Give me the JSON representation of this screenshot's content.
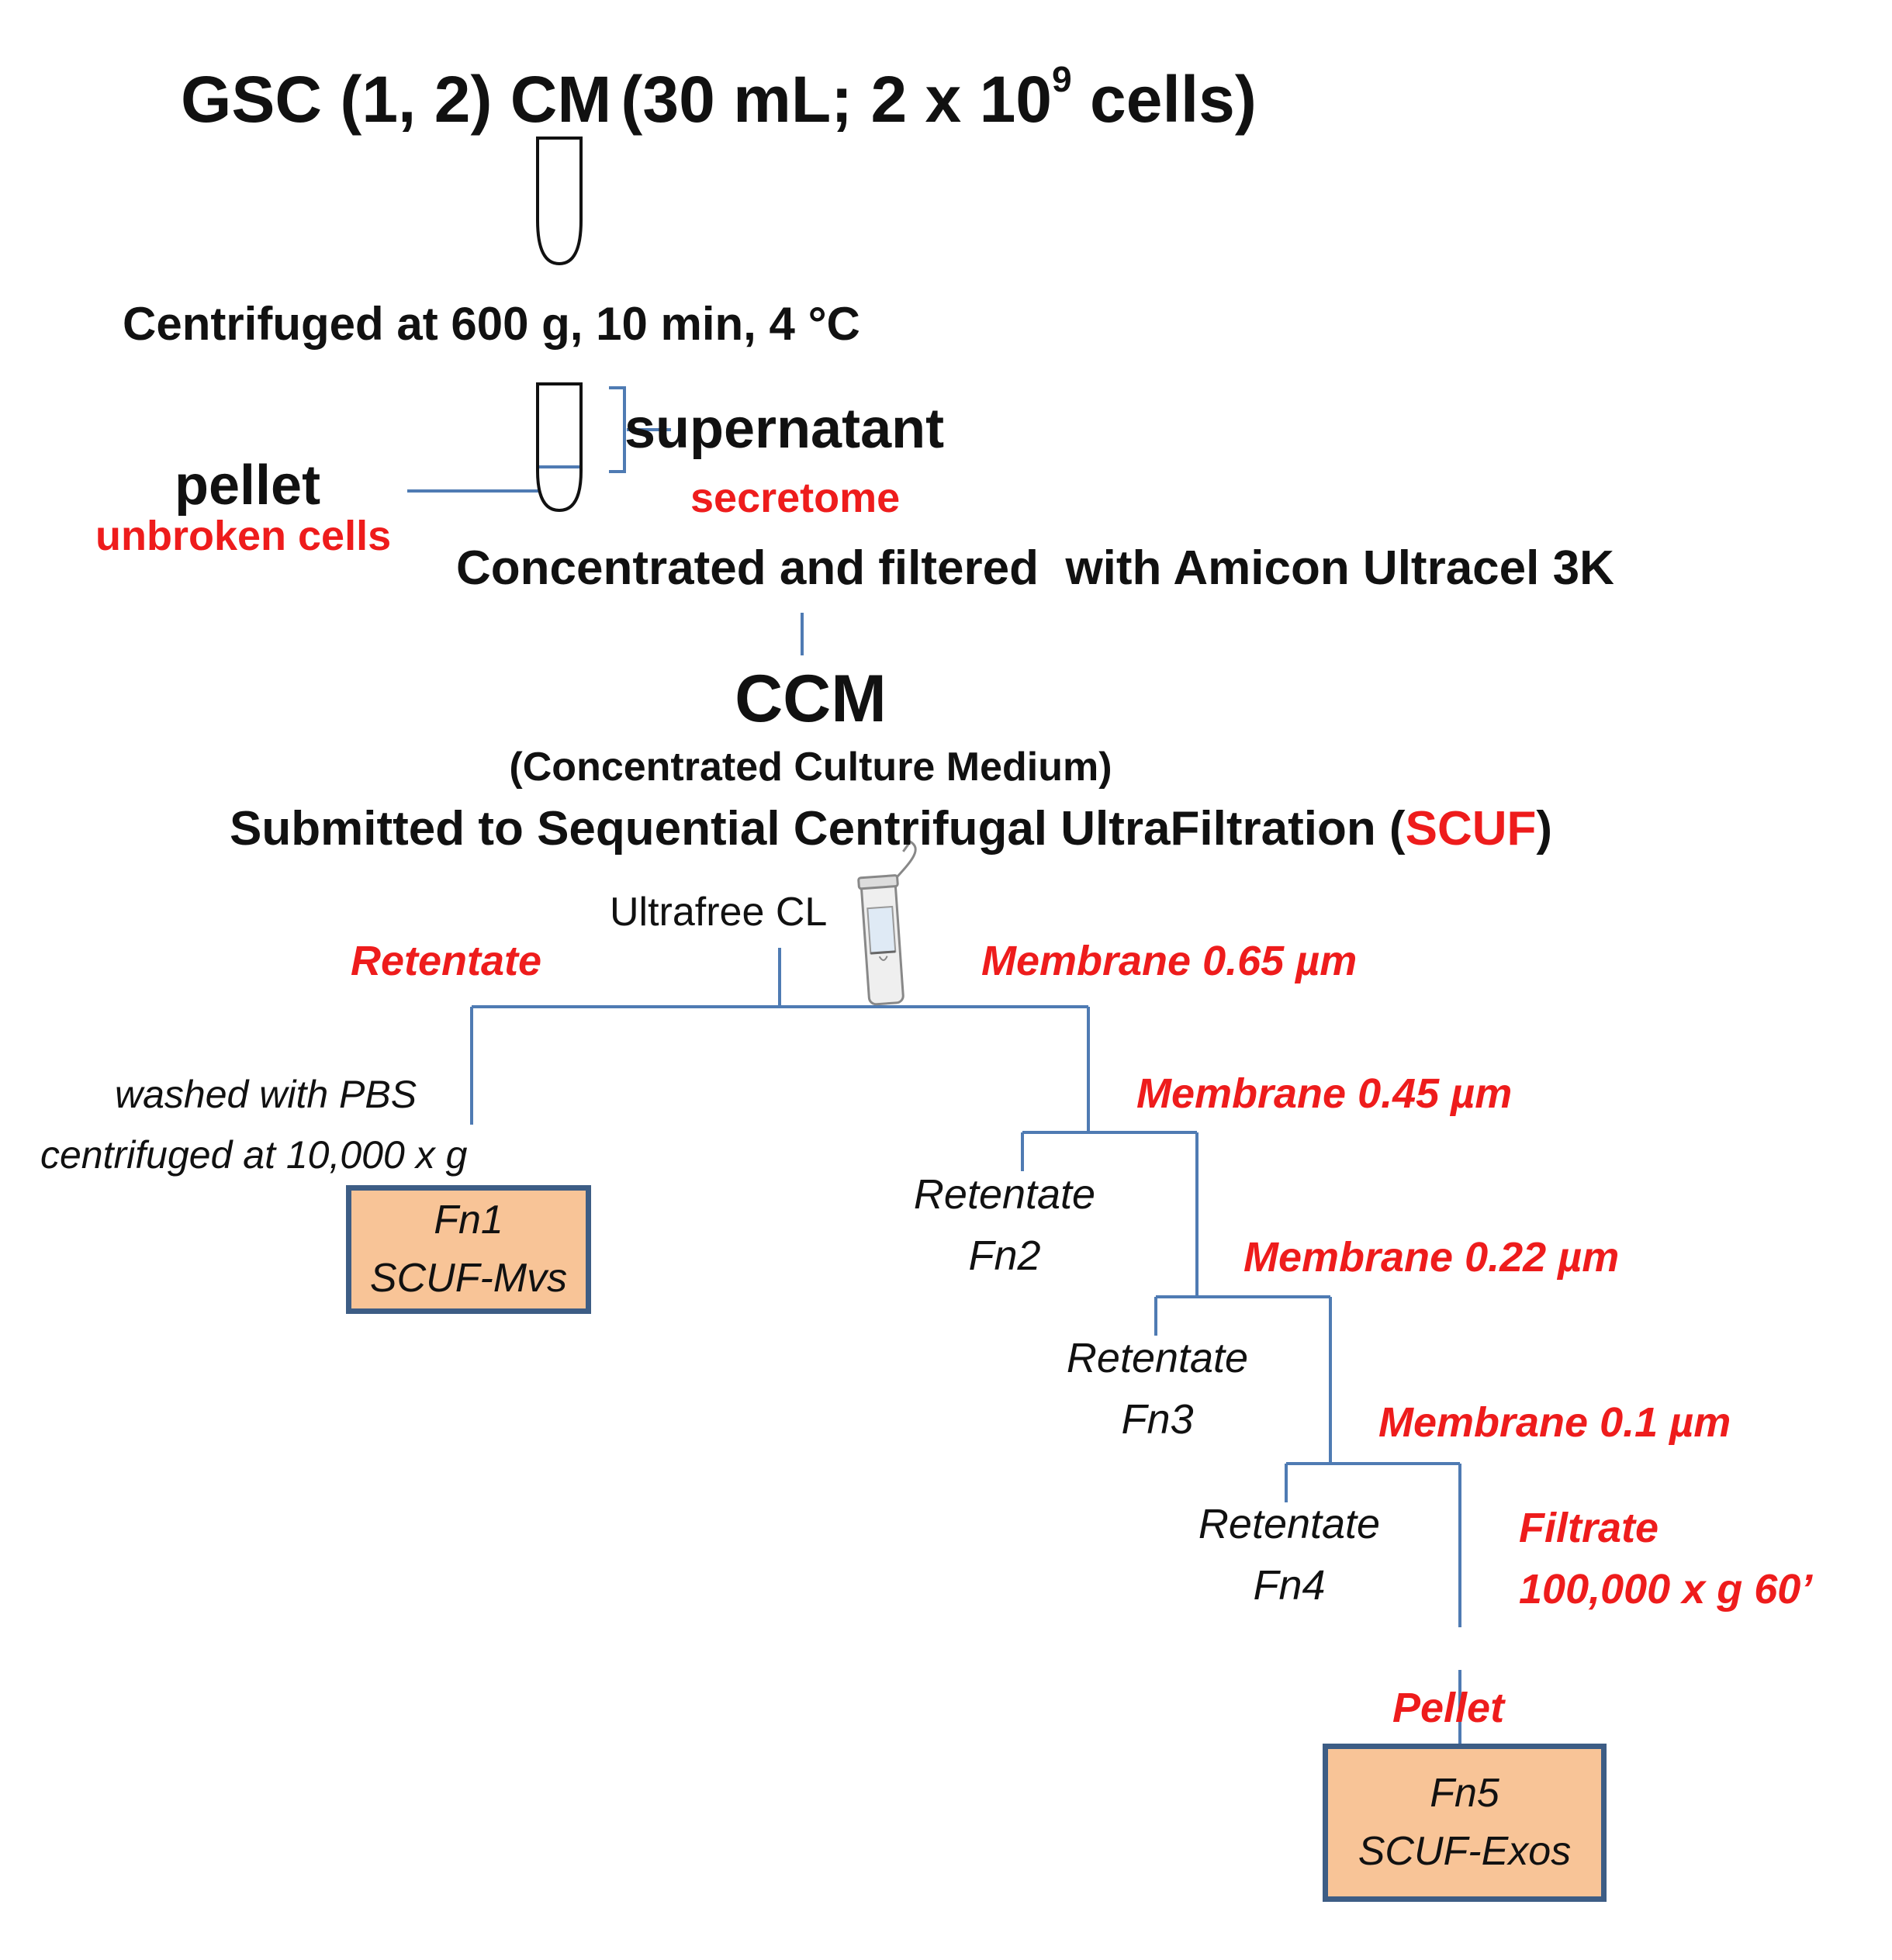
{
  "title": {
    "prefix": "GSC (1, 2) CM",
    "detail": "(30 mL; 2 x 10",
    "exponent": "9",
    "suffix": " cells)"
  },
  "step_centrifuge": "Centrifuged at 600 g, 10 min, 4 °C",
  "supernatant": {
    "label": "supernatant",
    "note": "secretome"
  },
  "pellet": {
    "label": "pellet",
    "note": "unbroken cells"
  },
  "step_concentrate": "Concentrated and filtered  with Amicon Ultracel 3K",
  "ccm": {
    "label": "CCM",
    "full": "(Concentrated Culture Medium)"
  },
  "scuf_step": {
    "text": "Submitted to Sequential Centrifugal UltraFiltration (",
    "acronym": "SCUF",
    "close": ")"
  },
  "device": "Ultrafree CL",
  "branch_retentate": "Retentate",
  "wash": {
    "line1": "washed with PBS",
    "line2": "centrifuged at 10,000 x g"
  },
  "fn1": {
    "line1": "Fn1",
    "line2": "SCUF-Mvs"
  },
  "membranes": [
    "Membrane 0.65 µm",
    "Membrane 0.45 µm",
    "Membrane 0.22 µm",
    "Membrane 0.1 µm"
  ],
  "fractions": [
    {
      "label": "Retentate",
      "name": "Fn2"
    },
    {
      "label": "Retentate",
      "name": "Fn3"
    },
    {
      "label": "Retentate",
      "name": "Fn4"
    }
  ],
  "filtrate": {
    "line1": "Filtrate",
    "line2": "100,000 x g 60’"
  },
  "pellet_final": "Pellet",
  "fn5": {
    "line1": "Fn5",
    "line2": "SCUF-Exos"
  },
  "colors": {
    "line": "#4f7bb3",
    "accent": "#ee1c1c",
    "box_fill": "#f8c497",
    "box_border": "#3d5d85"
  }
}
